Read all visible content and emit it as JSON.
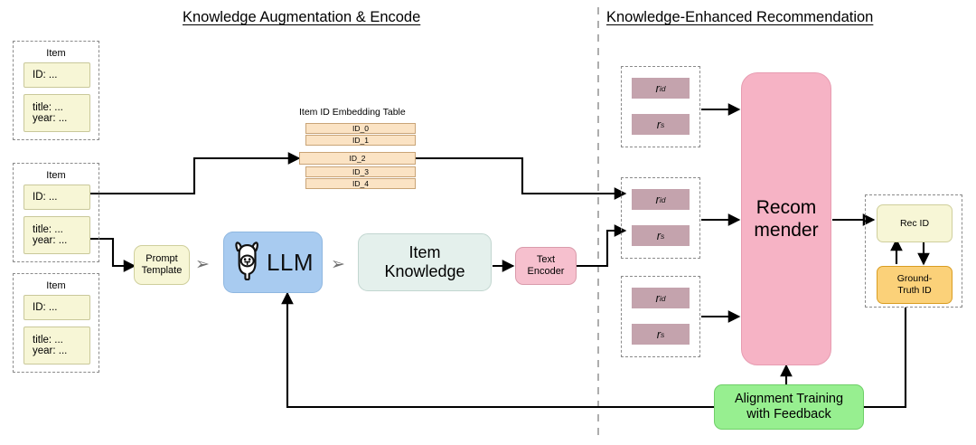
{
  "figure": {
    "sections": [
      {
        "id": "left",
        "title": "Knowledge Augmentation & Encode"
      },
      {
        "id": "right",
        "title": "Knowledge-Enhanced Recommendation"
      }
    ]
  },
  "items": [
    {
      "header": "Item",
      "id_line": "ID: ...",
      "title_line": "title: ...",
      "year_line": "year: ..."
    },
    {
      "header": "Item",
      "id_line": "ID: ...",
      "title_line": "title: ...",
      "year_line": "year: ..."
    },
    {
      "header": "Item",
      "id_line": "ID: ...",
      "title_line": "title: ...",
      "year_line": "year: ..."
    }
  ],
  "embedding_table": {
    "title": "Item ID Embedding Table",
    "rows": [
      "ID_0",
      "ID_1",
      "ID_2",
      "ID_3",
      "ID_4"
    ],
    "highlighted_row": "ID_2"
  },
  "pipeline": {
    "prompt_template": "Prompt\nTemplate",
    "prompt_template_l1": "Prompt",
    "prompt_template_l2": "Template",
    "llm_label": "LLM",
    "llm_icon": "llama-icon",
    "item_knowledge_l1": "Item",
    "item_knowledge_l2": "Knowledge",
    "text_encoder_l1": "Text",
    "text_encoder_l2": "Encoder"
  },
  "rep_groups": [
    {
      "r_id": "r",
      "r_id_sub": "id",
      "r_s": "r",
      "r_s_sub": "s"
    },
    {
      "r_id": "r",
      "r_id_sub": "id",
      "r_s": "r",
      "r_s_sub": "s"
    },
    {
      "r_id": "r",
      "r_id_sub": "id",
      "r_s": "r",
      "r_s_sub": "s"
    }
  ],
  "recommender": {
    "line1": "Recom",
    "line2": "mender"
  },
  "outputs": {
    "rec_id": "Rec ID",
    "ground_truth_l1": "Ground-",
    "ground_truth_l2": "Truth ID"
  },
  "feedback": {
    "line1": "Alignment Training",
    "line2": "with Feedback"
  },
  "colors": {
    "item_fill": "#f7f6d6",
    "table_fill": "#fbe3c4",
    "llm_fill": "#a8cbf0",
    "knowledge_fill": "#e4f0ec",
    "encoder_fill": "#f6c0ce",
    "rep_fill": "#c4a3ad",
    "recommender_fill": "#f6b3c5",
    "ground_truth_fill": "#fbd179",
    "feedback_fill": "#97ef90",
    "divider": "#999999",
    "arrow": "#000000"
  }
}
